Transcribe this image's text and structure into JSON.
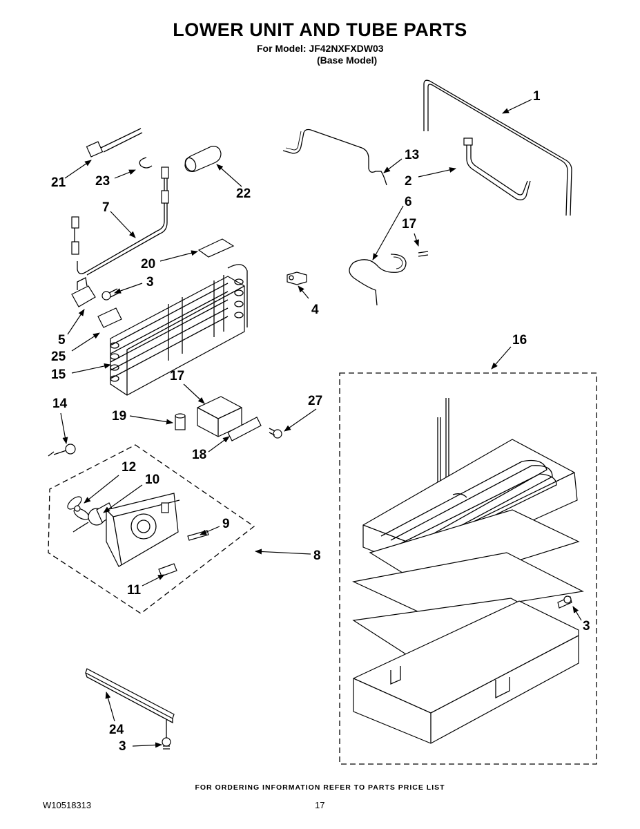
{
  "header": {
    "title": "LOWER UNIT AND TUBE PARTS",
    "model_line": "For Model: JF42NXFXDW03",
    "base_model": "(Base Model)"
  },
  "callouts": {
    "c1": "1",
    "c2": "2",
    "c3a": "3",
    "c3b": "3",
    "c3c": "3",
    "c4": "4",
    "c5": "5",
    "c6": "6",
    "c7": "7",
    "c8": "8",
    "c9": "9",
    "c10": "10",
    "c11": "11",
    "c12": "12",
    "c13": "13",
    "c14": "14",
    "c15": "15",
    "c16": "16",
    "c17a": "17",
    "c17b": "17",
    "c18": "18",
    "c19": "19",
    "c20": "20",
    "c21": "21",
    "c22": "22",
    "c23": "23",
    "c24": "24",
    "c25": "25",
    "c27": "27"
  },
  "footer": {
    "note": "FOR ORDERING INFORMATION REFER TO PARTS PRICE LIST",
    "doc_number": "W10518313",
    "page_number": "17"
  }
}
